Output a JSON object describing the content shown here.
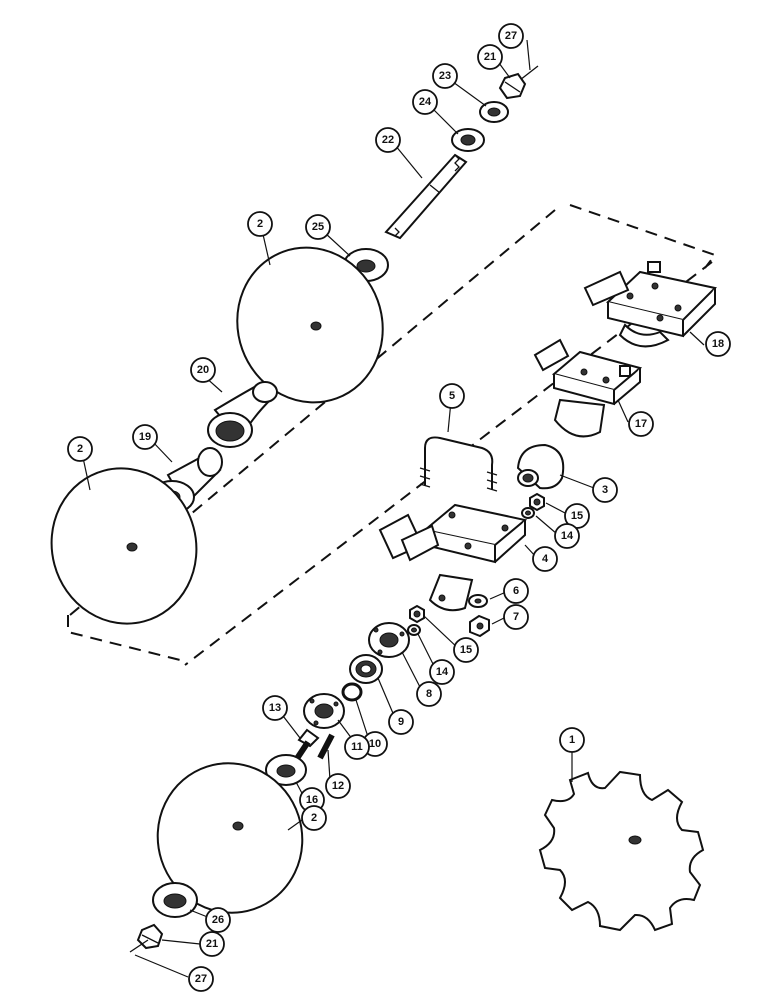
{
  "callouts": [
    {
      "id": "1",
      "label": "1"
    },
    {
      "id": "2a",
      "label": "2"
    },
    {
      "id": "2b",
      "label": "2"
    },
    {
      "id": "2c",
      "label": "2"
    },
    {
      "id": "3",
      "label": "3"
    },
    {
      "id": "4",
      "label": "4"
    },
    {
      "id": "5",
      "label": "5"
    },
    {
      "id": "6",
      "label": "6"
    },
    {
      "id": "7",
      "label": "7"
    },
    {
      "id": "8",
      "label": "8"
    },
    {
      "id": "9",
      "label": "9"
    },
    {
      "id": "10",
      "label": "10"
    },
    {
      "id": "11",
      "label": "11"
    },
    {
      "id": "12",
      "label": "12"
    },
    {
      "id": "13",
      "label": "13"
    },
    {
      "id": "14a",
      "label": "14"
    },
    {
      "id": "14b",
      "label": "14"
    },
    {
      "id": "15a",
      "label": "15"
    },
    {
      "id": "15b",
      "label": "15"
    },
    {
      "id": "16",
      "label": "16"
    },
    {
      "id": "17",
      "label": "17"
    },
    {
      "id": "18",
      "label": "18"
    },
    {
      "id": "19",
      "label": "19"
    },
    {
      "id": "20",
      "label": "20"
    },
    {
      "id": "21a",
      "label": "21"
    },
    {
      "id": "21b",
      "label": "21"
    },
    {
      "id": "22",
      "label": "22"
    },
    {
      "id": "23",
      "label": "23"
    },
    {
      "id": "24",
      "label": "24"
    },
    {
      "id": "25",
      "label": "25"
    },
    {
      "id": "26",
      "label": "26"
    },
    {
      "id": "27a",
      "label": "27"
    },
    {
      "id": "27b",
      "label": "27"
    }
  ]
}
